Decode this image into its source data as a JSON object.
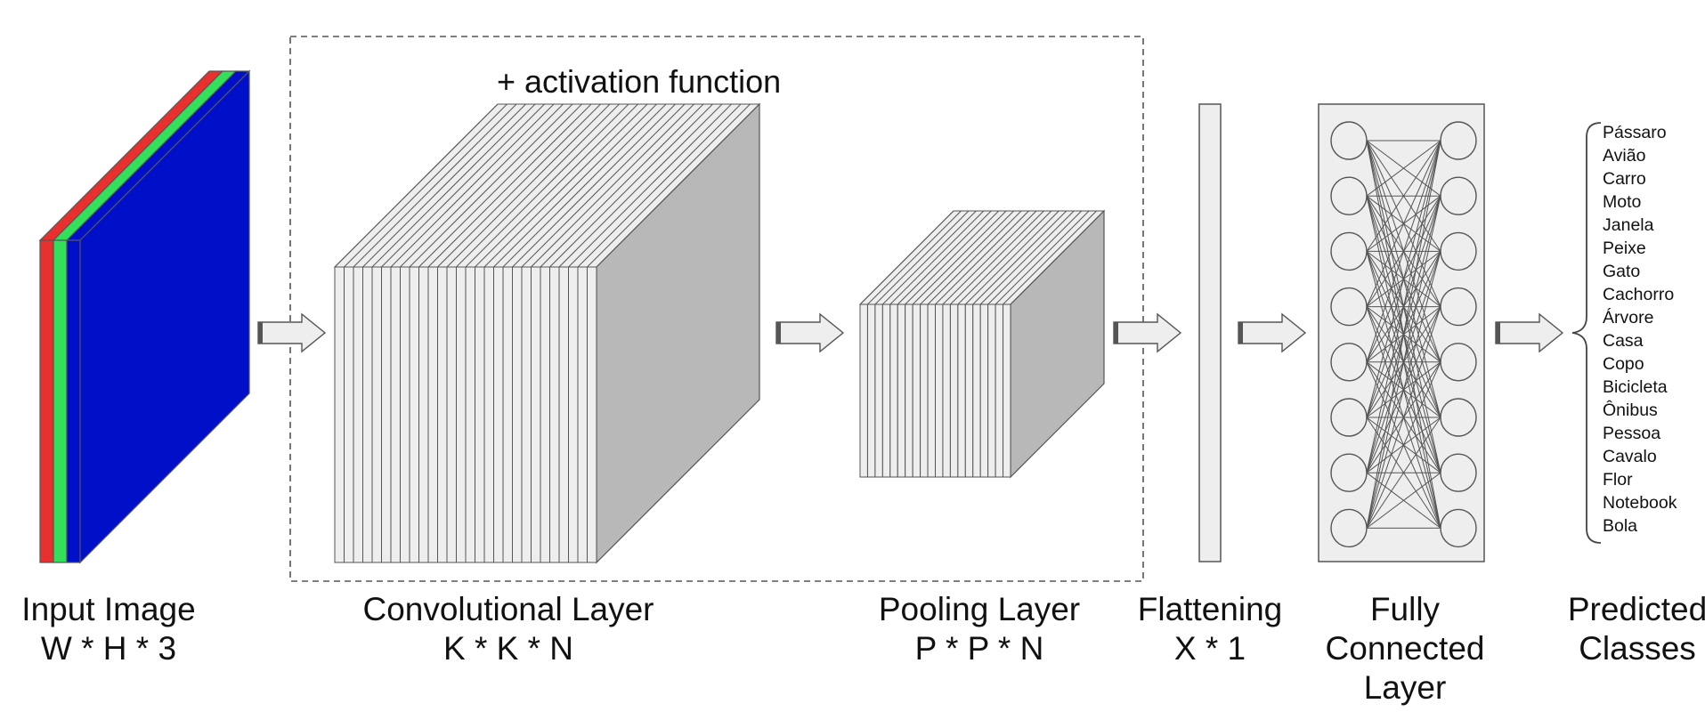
{
  "activation_label": "+ activation function",
  "stages": {
    "input": {
      "line1": "Input Image",
      "line2": "W * H * 3"
    },
    "conv": {
      "line1": "Convolutional Layer",
      "line2": "K * K * N"
    },
    "pool": {
      "line1": "Pooling Layer",
      "line2": "P * P * N"
    },
    "flatten": {
      "line1": "Flattening",
      "line2": "X * 1"
    },
    "fc": {
      "line1": "Fully",
      "line2": "Connected",
      "line3": "Layer"
    },
    "output": {
      "line1": "Predicted",
      "line2": "Classes"
    }
  },
  "classes": [
    "Pássaro",
    "Avião",
    "Carro",
    "Moto",
    "Janela",
    "Peixe",
    "Gato",
    "Cachorro",
    "Árvore",
    "Casa",
    "Copo",
    "Bicicleta",
    "Ônibus",
    "Pessoa",
    "Cavalo",
    "Flor",
    "Notebook",
    "Bola"
  ],
  "fc_nodes_per_column": 8,
  "colors": {
    "channel_red": "#e8312f",
    "channel_green": "#33e05a",
    "channel_blue": "#0010c8",
    "sheet_fill": "#eeeeee",
    "block_side": "#b8b8b8",
    "stroke": "#555555",
    "panel_fill": "#eeeeee"
  }
}
